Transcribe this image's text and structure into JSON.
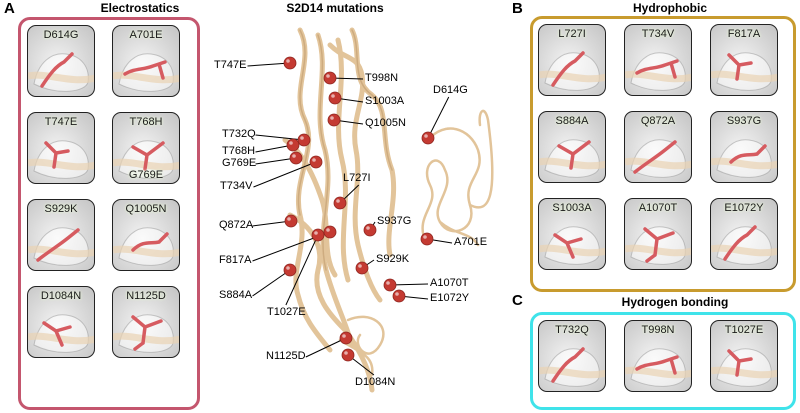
{
  "panel_a": {
    "letter": "A",
    "title": "Electrostatics",
    "frame_color": "#c4566e",
    "tiles": [
      {
        "label": "D614G"
      },
      {
        "label": "A701E"
      },
      {
        "label": "T747E"
      },
      {
        "label": "T768H",
        "sublabel": "G769E"
      },
      {
        "label": "S929K"
      },
      {
        "label": "Q1005N"
      },
      {
        "label": "D1084N"
      },
      {
        "label": "N1125D"
      }
    ]
  },
  "center": {
    "title": "S2D14 mutations",
    "labels": [
      "T747E",
      "T998N",
      "S1003A",
      "Q1005N",
      "D614G",
      "T732Q",
      "T768H",
      "G769E",
      "T734V",
      "L727I",
      "Q872A",
      "S937G",
      "F817A",
      "A701E",
      "S929K",
      "S884A",
      "A1070T",
      "E1072Y",
      "T1027E",
      "N1125D",
      "D1084N"
    ]
  },
  "panel_b": {
    "letter": "B",
    "title": "Hydrophobic",
    "frame_color": "#c89b2e",
    "tiles": [
      {
        "label": "L727I"
      },
      {
        "label": "T734V"
      },
      {
        "label": "F817A"
      },
      {
        "label": "S884A"
      },
      {
        "label": "Q872A"
      },
      {
        "label": "S937G"
      },
      {
        "label": "S1003A"
      },
      {
        "label": "A1070T"
      },
      {
        "label": "E1072Y"
      }
    ]
  },
  "panel_c": {
    "letter": "C",
    "title": "Hydrogen bonding",
    "frame_color": "#3fe3ea",
    "tiles": [
      {
        "label": "T732Q"
      },
      {
        "label": "T998N"
      },
      {
        "label": "T1027E"
      }
    ]
  },
  "colors": {
    "protein_ribbon": "#e2c49a",
    "mutation_sphere": "#c43a32",
    "side_chain": "#d65b60"
  }
}
